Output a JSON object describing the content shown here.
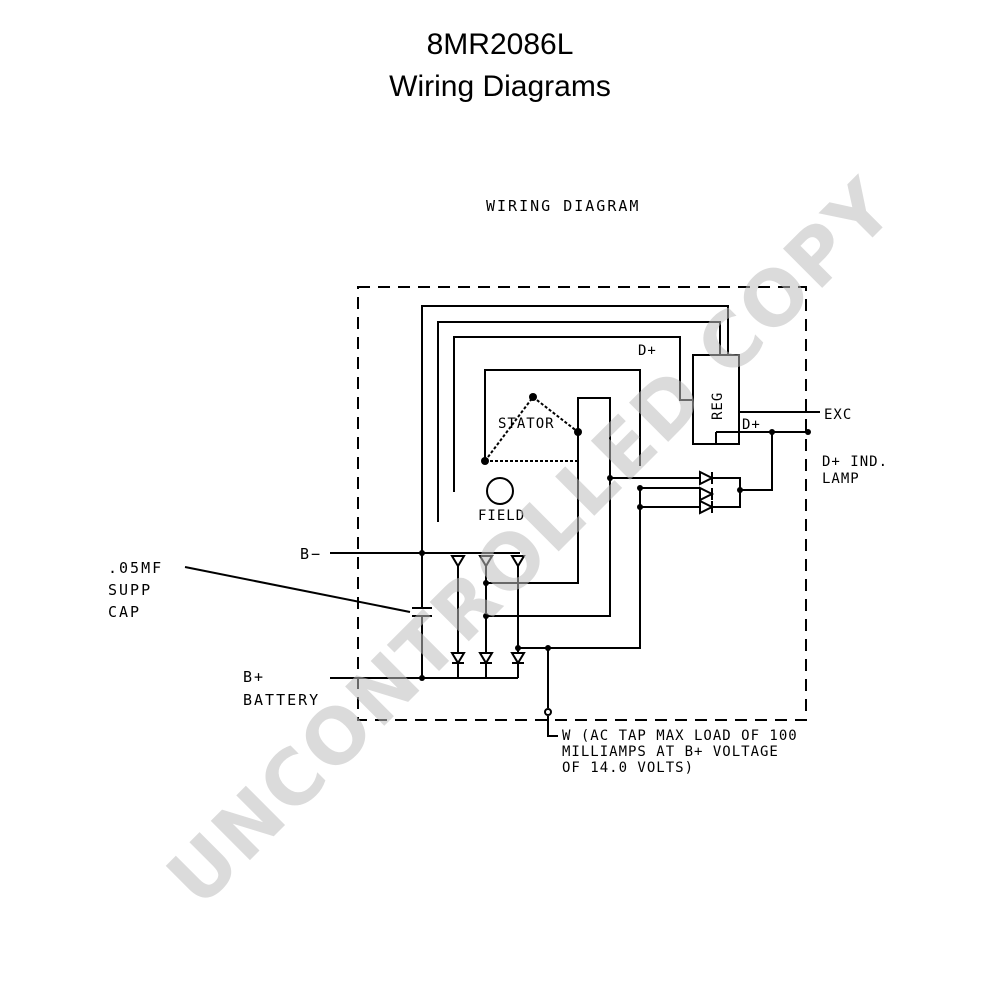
{
  "header": {
    "model": "8MR2086L",
    "subtitle": "Wiring Diagrams"
  },
  "diagram": {
    "title": "WIRING DIAGRAM",
    "labels": {
      "reg": "REG",
      "exc": "EXC",
      "d_plus_top": "D+",
      "d_plus_reg": "D+",
      "d_plus_ind": "D+ IND.",
      "lamp": "LAMP",
      "stator": "STATOR",
      "field": "FIELD",
      "b_minus": "B−",
      "cap_1": ".05MF",
      "cap_2": "SUPP",
      "cap_3": "CAP",
      "b_plus": "B+",
      "battery": "BATTERY",
      "w_note_1": "W (AC TAP MAX LOAD OF 100",
      "w_note_2": "MILLIAMPS AT B+ VOLTAGE",
      "w_note_3": "OF 14.0 VOLTS)"
    }
  },
  "watermark": {
    "text": "UNCONTROLLED COPY",
    "color": "#bdbdbd"
  }
}
